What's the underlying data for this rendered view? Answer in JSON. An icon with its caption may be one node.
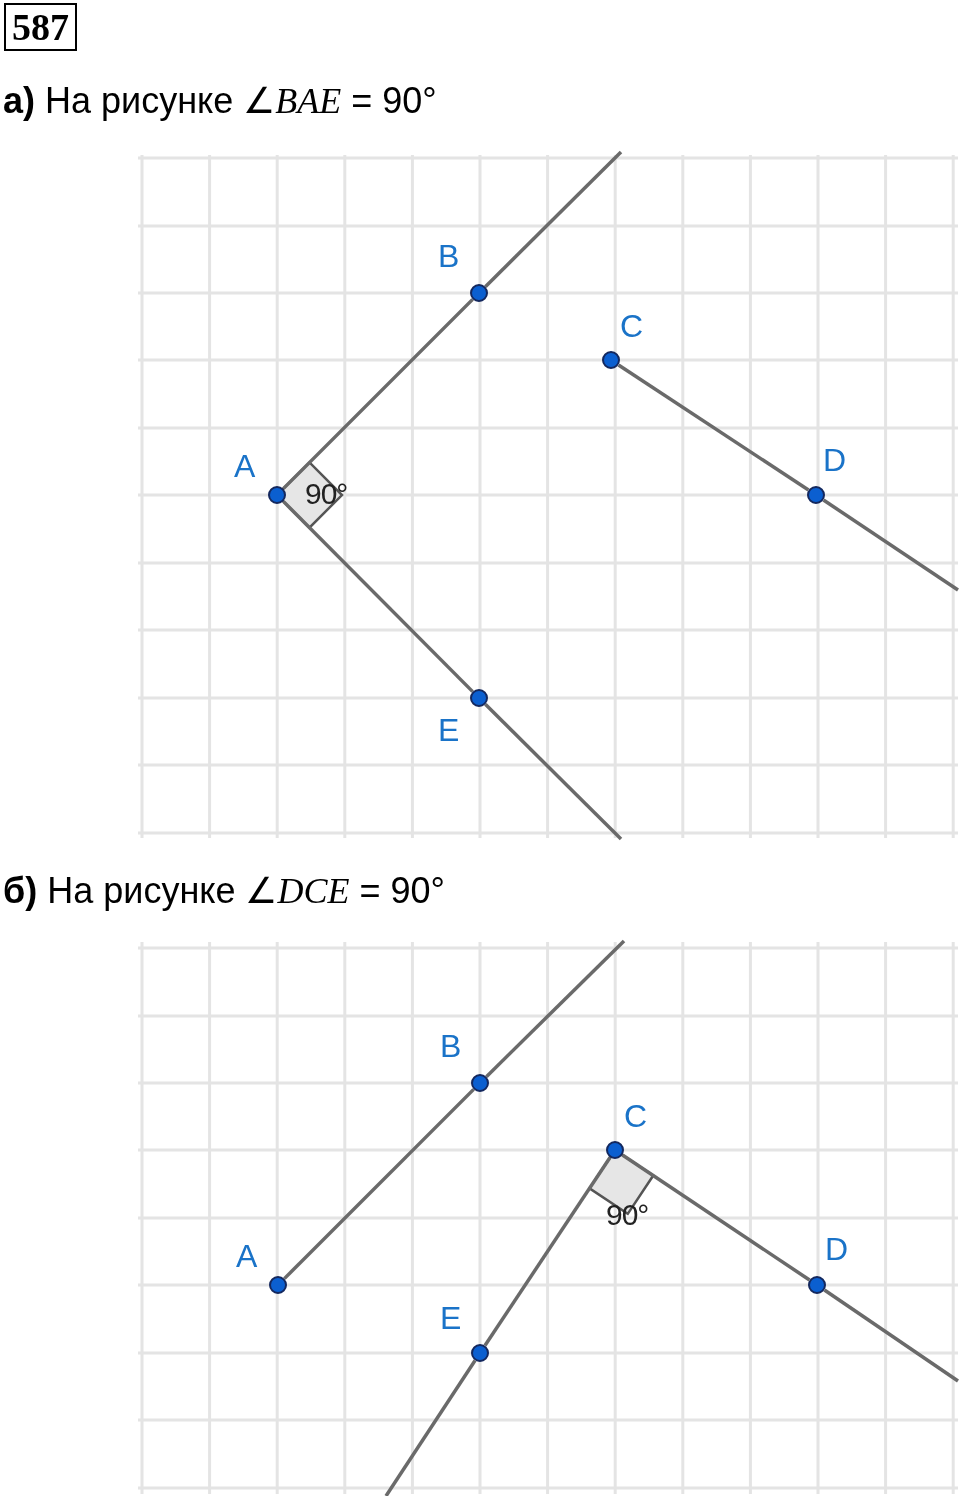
{
  "diagram": {
    "nodes": [
      {
        "text": [],
        "shape": "circle",
        "beside": [
          "A"
        ]
      },
      {
        "text": [],
        "shape": "circle",
        "beside": [
          "B"
        ]
      },
      {
        "text": [],
        "shape": "circle",
        "beside": [
          "C"
        ]
      },
      {
        "text": [],
        "shape": "circle",
        "beside": [
          "D"
        ]
      },
      {
        "text": [],
        "shape": "circle",
        "beside": [
          "E"
        ]
      },
      {
        "text": [],
        "shape": "circle",
        "beside": [
          "A"
        ]
      },
      {
        "text": [],
        "shape": "circle",
        "beside": [
          "B"
        ]
      },
      {
        "text": [],
        "shape": "circle",
        "beside": [
          "C"
        ]
      },
      {
        "text": [],
        "shape": "circle",
        "beside": [
          "D"
        ]
      },
      {
        "text": [],
        "shape": "circle",
        "beside": [
          "E"
        ]
      }
    ],
    "edges": [
      {
        "from": 0,
        "to": 1,
        "arrow": "none"
      },
      {
        "from": 1,
        "to": null,
        "arrow": "none"
      },
      {
        "from": 0,
        "to": 4,
        "arrow": "none"
      },
      {
        "from": 4,
        "to": null,
        "arrow": "none"
      },
      {
        "from": 2,
        "to": 3,
        "arrow": "none"
      },
      {
        "from": 3,
        "to": null,
        "arrow": "none"
      },
      {
        "from": 5,
        "to": 6,
        "arrow": "none"
      },
      {
        "from": 6,
        "to": null,
        "arrow": "none"
      },
      {
        "from": 7,
        "to": 8,
        "arrow": "none"
      },
      {
        "from": 8,
        "to": null,
        "arrow": "none"
      },
      {
        "from": 7,
        "to": 9,
        "arrow": "none"
      },
      {
        "from": 9,
        "to": null,
        "arrow": "none"
      }
    ],
    "labels": [
      "587",
      "**а)** На рисунке ∠*BAE* = 90°",
      "90°",
      "**б)** На рисунке ∠*DCE* = 90°",
      "90°"
    ]
  }
}
